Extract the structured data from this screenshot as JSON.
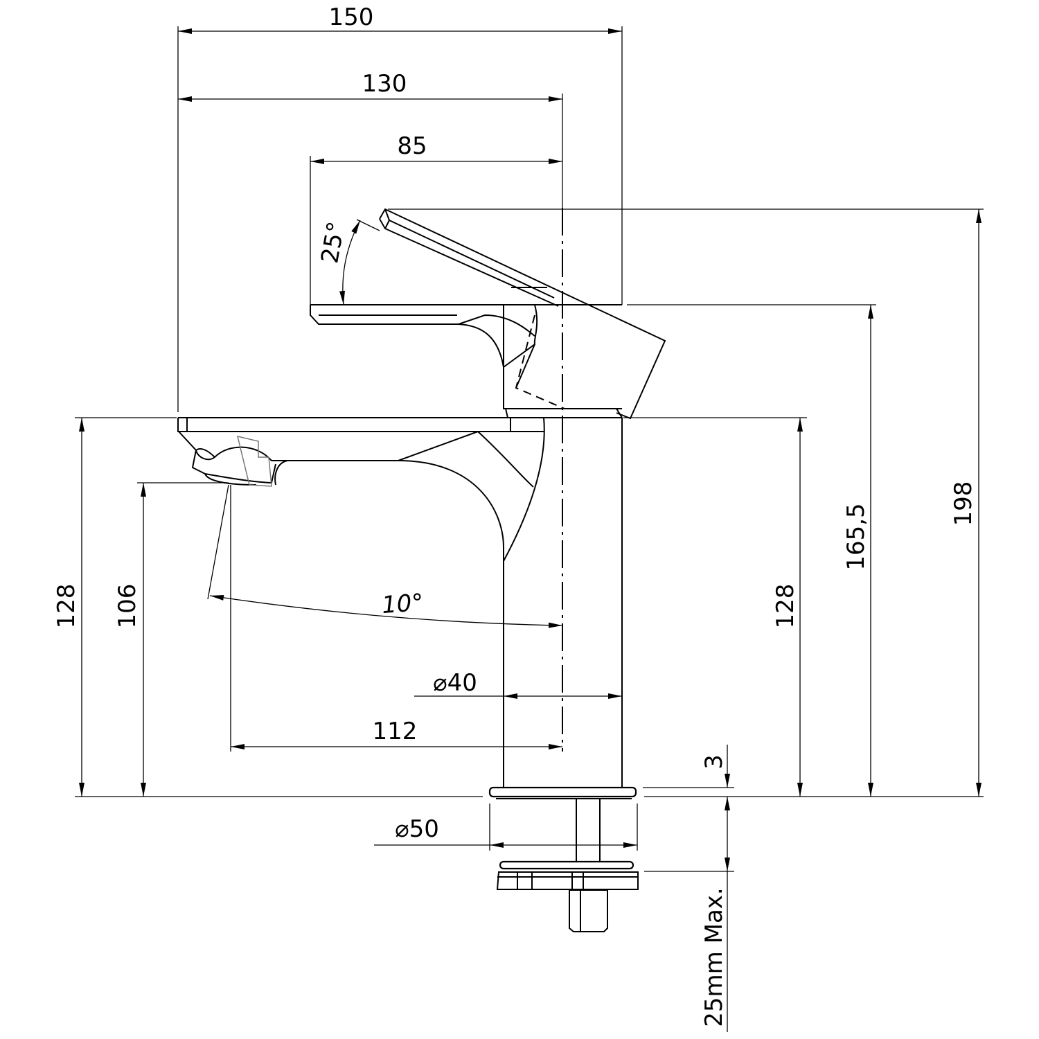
{
  "drawing": {
    "dimensions": {
      "overall_width": "150",
      "lever_reach": "130",
      "handle_reach": "85",
      "lever_angle": "25°",
      "total_height": "198",
      "handle_height": "165,5",
      "body_height_right": "128",
      "body_height_left": "128",
      "spout_outlet_height": "106",
      "spout_angle": "10°",
      "body_diameter": "⌀40",
      "spout_projection": "112",
      "base_thickness": "3",
      "base_diameter": "⌀50",
      "max_counter_thickness": "25mm Max."
    }
  }
}
